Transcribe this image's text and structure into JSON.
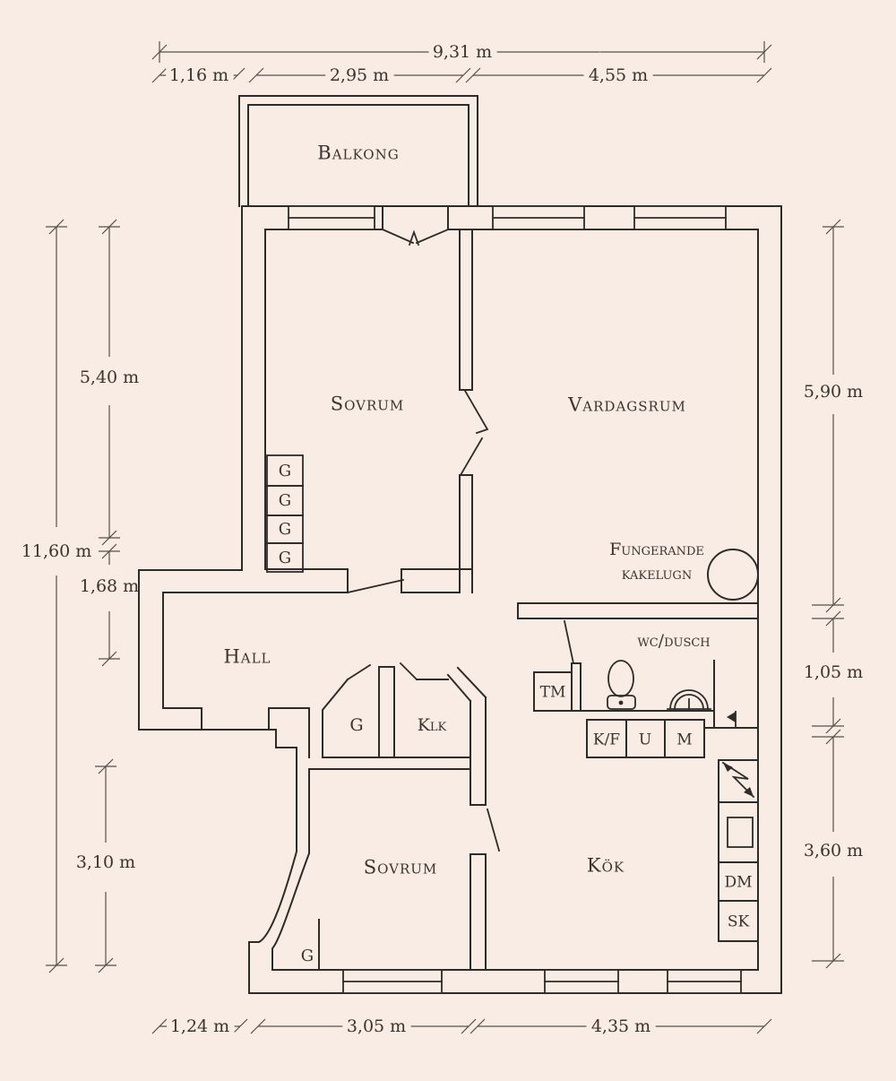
{
  "drawing_type": "apartment floor plan (hand-drawn style, Swedish labels)",
  "colors": {
    "background": "#f8ece4",
    "wall_line": "#2e2b28",
    "dimension_line": "#55504a",
    "text": "#3b332e"
  },
  "dimensions": {
    "top_total": "9,31 m",
    "top_segments": [
      "1,16 m",
      "2,95 m",
      "4,55 m"
    ],
    "left_total": "11,60 m",
    "left_segments": [
      "5,40 m",
      "1,68 m",
      "3,10 m"
    ],
    "right_segments": [
      "5,90 m",
      "1,05 m",
      "3,60 m"
    ],
    "bottom_segments": [
      "1,24 m",
      "3,05 m",
      "4,35 m"
    ]
  },
  "rooms": {
    "balcony": "Balkong",
    "bedroom1": "Sovrum",
    "living_room": "Vardagsrum",
    "hall": "Hall",
    "closet": "G",
    "walk_in_closet": "Klk",
    "wc_shower": "wc/dusch",
    "kitchen": "Kök",
    "bedroom2": "Sovrum"
  },
  "fixtures": {
    "wardrobe": "G",
    "washing_machine": "TM",
    "fridge_freezer": "K/F",
    "oven": "U",
    "microwave": "M",
    "dishwasher": "DM",
    "cabinet": "SK"
  },
  "annotations": {
    "stove_note_line1": "Fungerande",
    "stove_note_line2": "kakelugn"
  }
}
